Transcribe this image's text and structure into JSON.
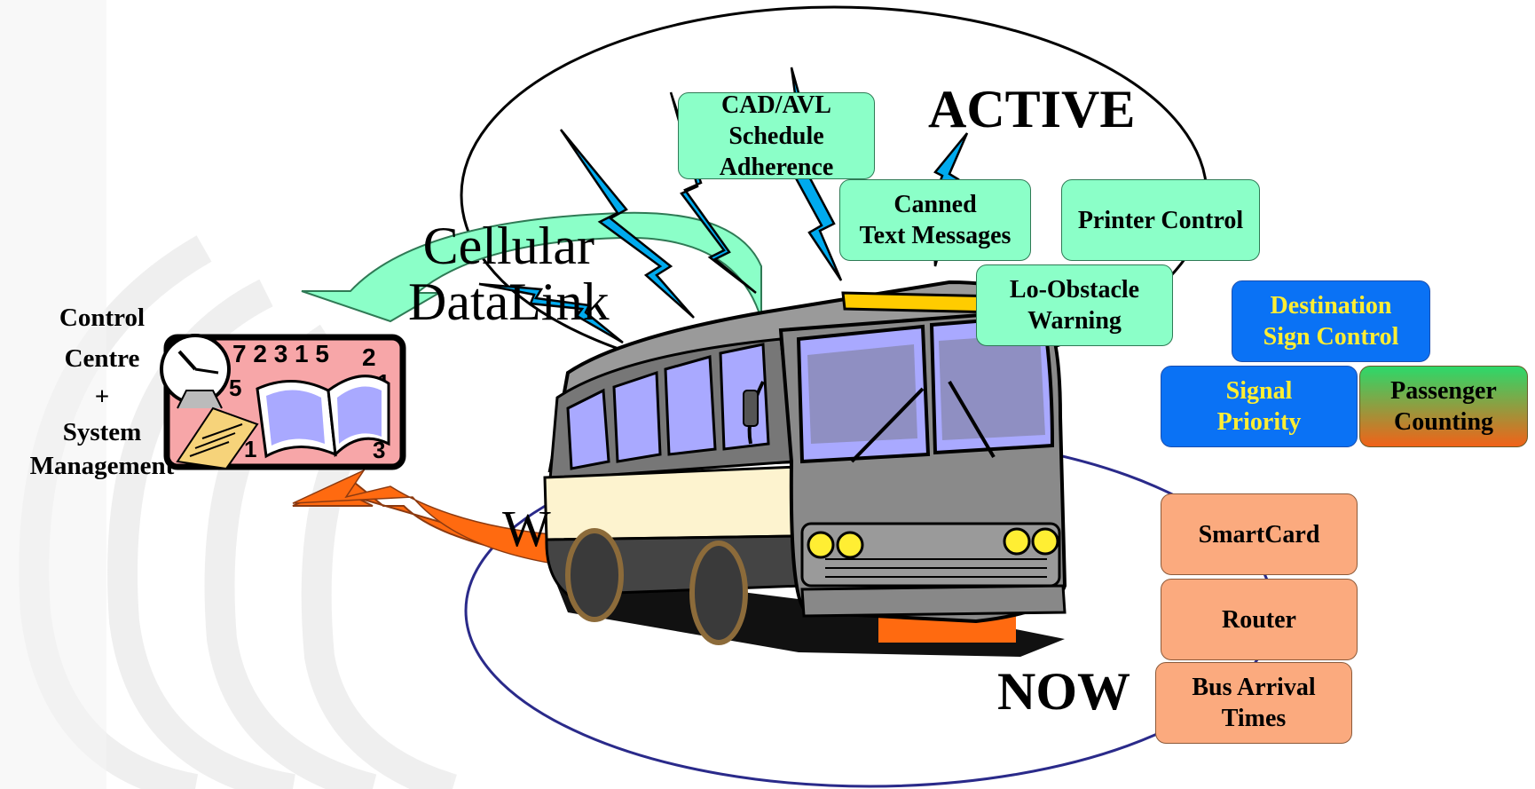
{
  "diagram": {
    "labels": {
      "control_centre_lines": [
        "Control",
        "Centre",
        "+",
        "System",
        "Management"
      ],
      "active": "ACTIVE",
      "now": "NOW",
      "cellular_lines": [
        "Cellular",
        "DataLink"
      ],
      "wlan_partial": "W"
    },
    "active_boxes": [
      {
        "lines": [
          "CAD/AVL",
          "Schedule Adherence"
        ]
      },
      {
        "lines": [
          "Canned",
          "Text Messages"
        ]
      },
      {
        "lines": [
          "Printer Control"
        ]
      },
      {
        "lines": [
          "Lo-Obstacle",
          "Warning"
        ]
      }
    ],
    "blue_boxes": [
      {
        "lines": [
          "Destination",
          "Sign Control"
        ]
      },
      {
        "lines": [
          "Signal",
          "Priority"
        ]
      }
    ],
    "gradient_box": {
      "lines": [
        "Passenger",
        "Counting"
      ]
    },
    "now_boxes": [
      {
        "lines": [
          "SmartCard"
        ]
      },
      {
        "lines": [
          "Router"
        ]
      },
      {
        "lines": [
          "Bus Arrival",
          "Times"
        ]
      }
    ],
    "colors": {
      "active_box": "#8bffc8",
      "now_box": "#fbaa7e",
      "blue_box": "#0a72f5",
      "blue_text": "#ffee33",
      "cellular_arrow": "#8bffc8",
      "wlan_arrow": "#ff6a10",
      "lightning": "#00aaee",
      "now_ellipse": "#2a2a8a"
    },
    "icons": [
      "clock-icon",
      "open-book-icon",
      "notepad-icon",
      "bus-illustration",
      "lightning-bolt-icon"
    ]
  }
}
